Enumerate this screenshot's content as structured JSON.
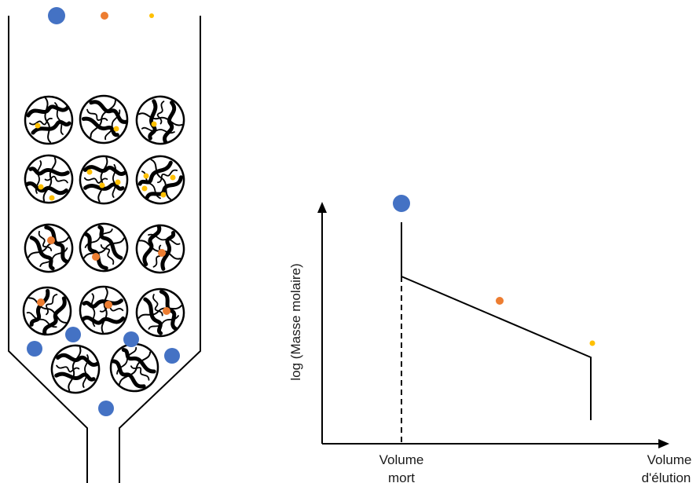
{
  "colors": {
    "large_molecule": "#4472c4",
    "medium_molecule": "#ed7d31",
    "small_molecule": "#ffc000",
    "line": "#000000"
  },
  "graph": {
    "y_axis_label": "log (Masse molaire)",
    "x_label_dead_volume_line1": "Volume",
    "x_label_dead_volume_line2": "mort",
    "x_axis_label_line1": "Volume",
    "x_axis_label_line2": "d'élution"
  },
  "icons": {
    "bead": "porous-bead-icon",
    "large": "large-molecule-icon",
    "medium": "medium-molecule-icon",
    "small": "small-molecule-icon"
  }
}
